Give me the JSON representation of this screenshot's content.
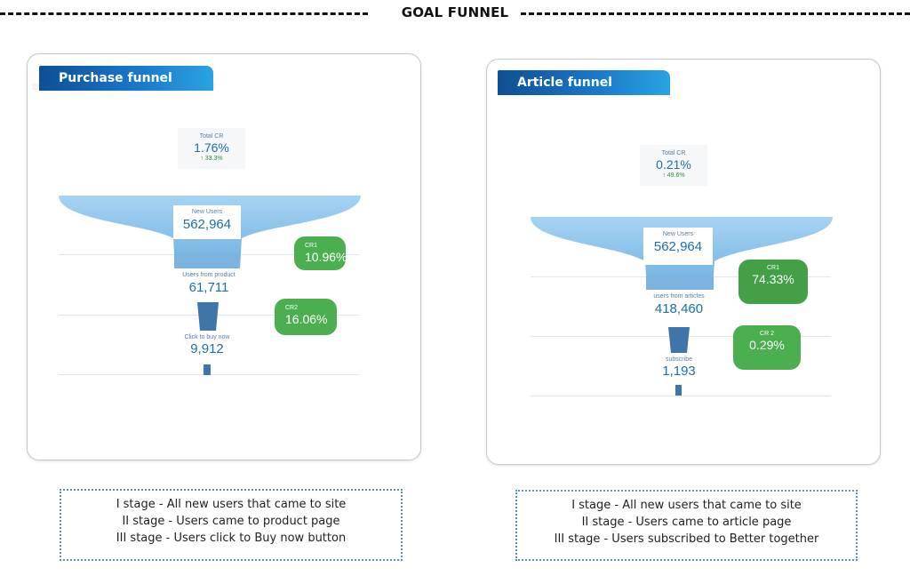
{
  "header": {
    "title": "GOAL FUNNEL"
  },
  "purchase_funnel": {
    "title": "Purchase funnel",
    "total_cr": {
      "label": "Total CR",
      "value": "1.76%",
      "delta": "↑ 33.3%"
    },
    "stages": [
      {
        "label": "New Users",
        "value": "562,964"
      },
      {
        "label": "Users from product",
        "value": "61,711"
      },
      {
        "label": "Click to buy now",
        "value": "9,912"
      }
    ],
    "conversion_rates": [
      {
        "label": "CR1",
        "value": "10.96%"
      },
      {
        "label": "CR2",
        "value": "16.06%"
      }
    ],
    "notes": [
      "I stage - All new users that came to site",
      "II stage - Users came to product page",
      "III stage - Users click to Buy now button"
    ]
  },
  "article_funnel": {
    "title": "Article funnel",
    "total_cr": {
      "label": "Total CR",
      "value": "0.21%",
      "delta": "↑ 49.6%"
    },
    "stages": [
      {
        "label": "New Users",
        "value": "562,964"
      },
      {
        "label": "users from articles",
        "value": "418,460"
      },
      {
        "label": "subscribe",
        "value": "1,193"
      }
    ],
    "conversion_rates": [
      {
        "label": "CR1",
        "value": "74.33%"
      },
      {
        "label": "CR 2",
        "value": "0.29%"
      }
    ],
    "notes": [
      "I stage - All new users that came to site",
      "II stage - Users came to article page",
      "III stage - Users subscribed to Better together"
    ]
  },
  "colors": {
    "tab_gradient_start": "#0f4f93",
    "funnel_top": "#a7d3f2",
    "funnel_bottom": "#3f76aa",
    "cr_green": "#4bae4f",
    "value_blue": "#1c6fae"
  }
}
